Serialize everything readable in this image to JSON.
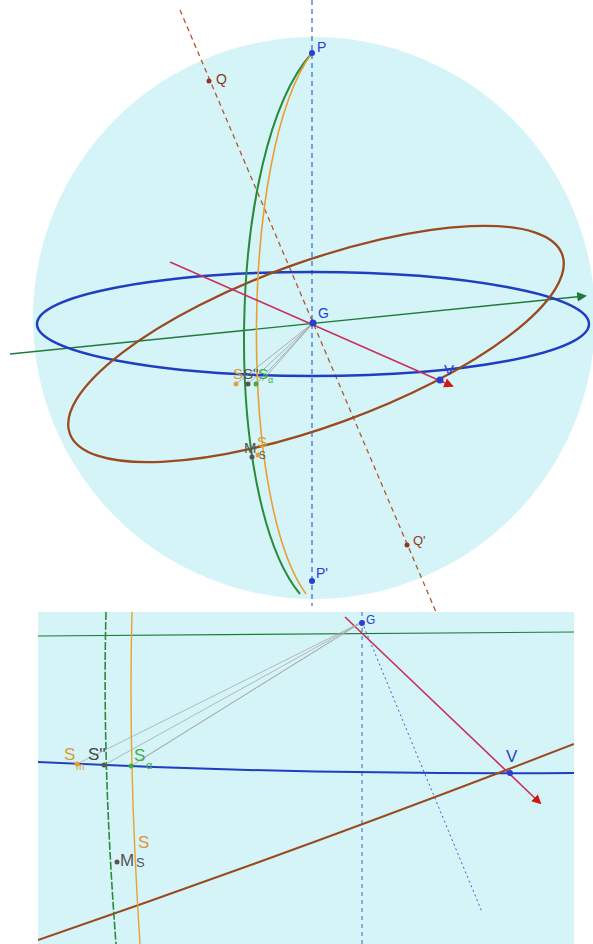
{
  "diagram": {
    "labels": [
      "P",
      "Q",
      "G",
      "V",
      "P'",
      "Q'",
      "S",
      "S''",
      "S",
      "α",
      "M",
      "S",
      "S",
      "G",
      "V",
      "S",
      "m",
      "S''",
      "S",
      "α",
      "M",
      "S",
      "S"
    ]
  }
}
